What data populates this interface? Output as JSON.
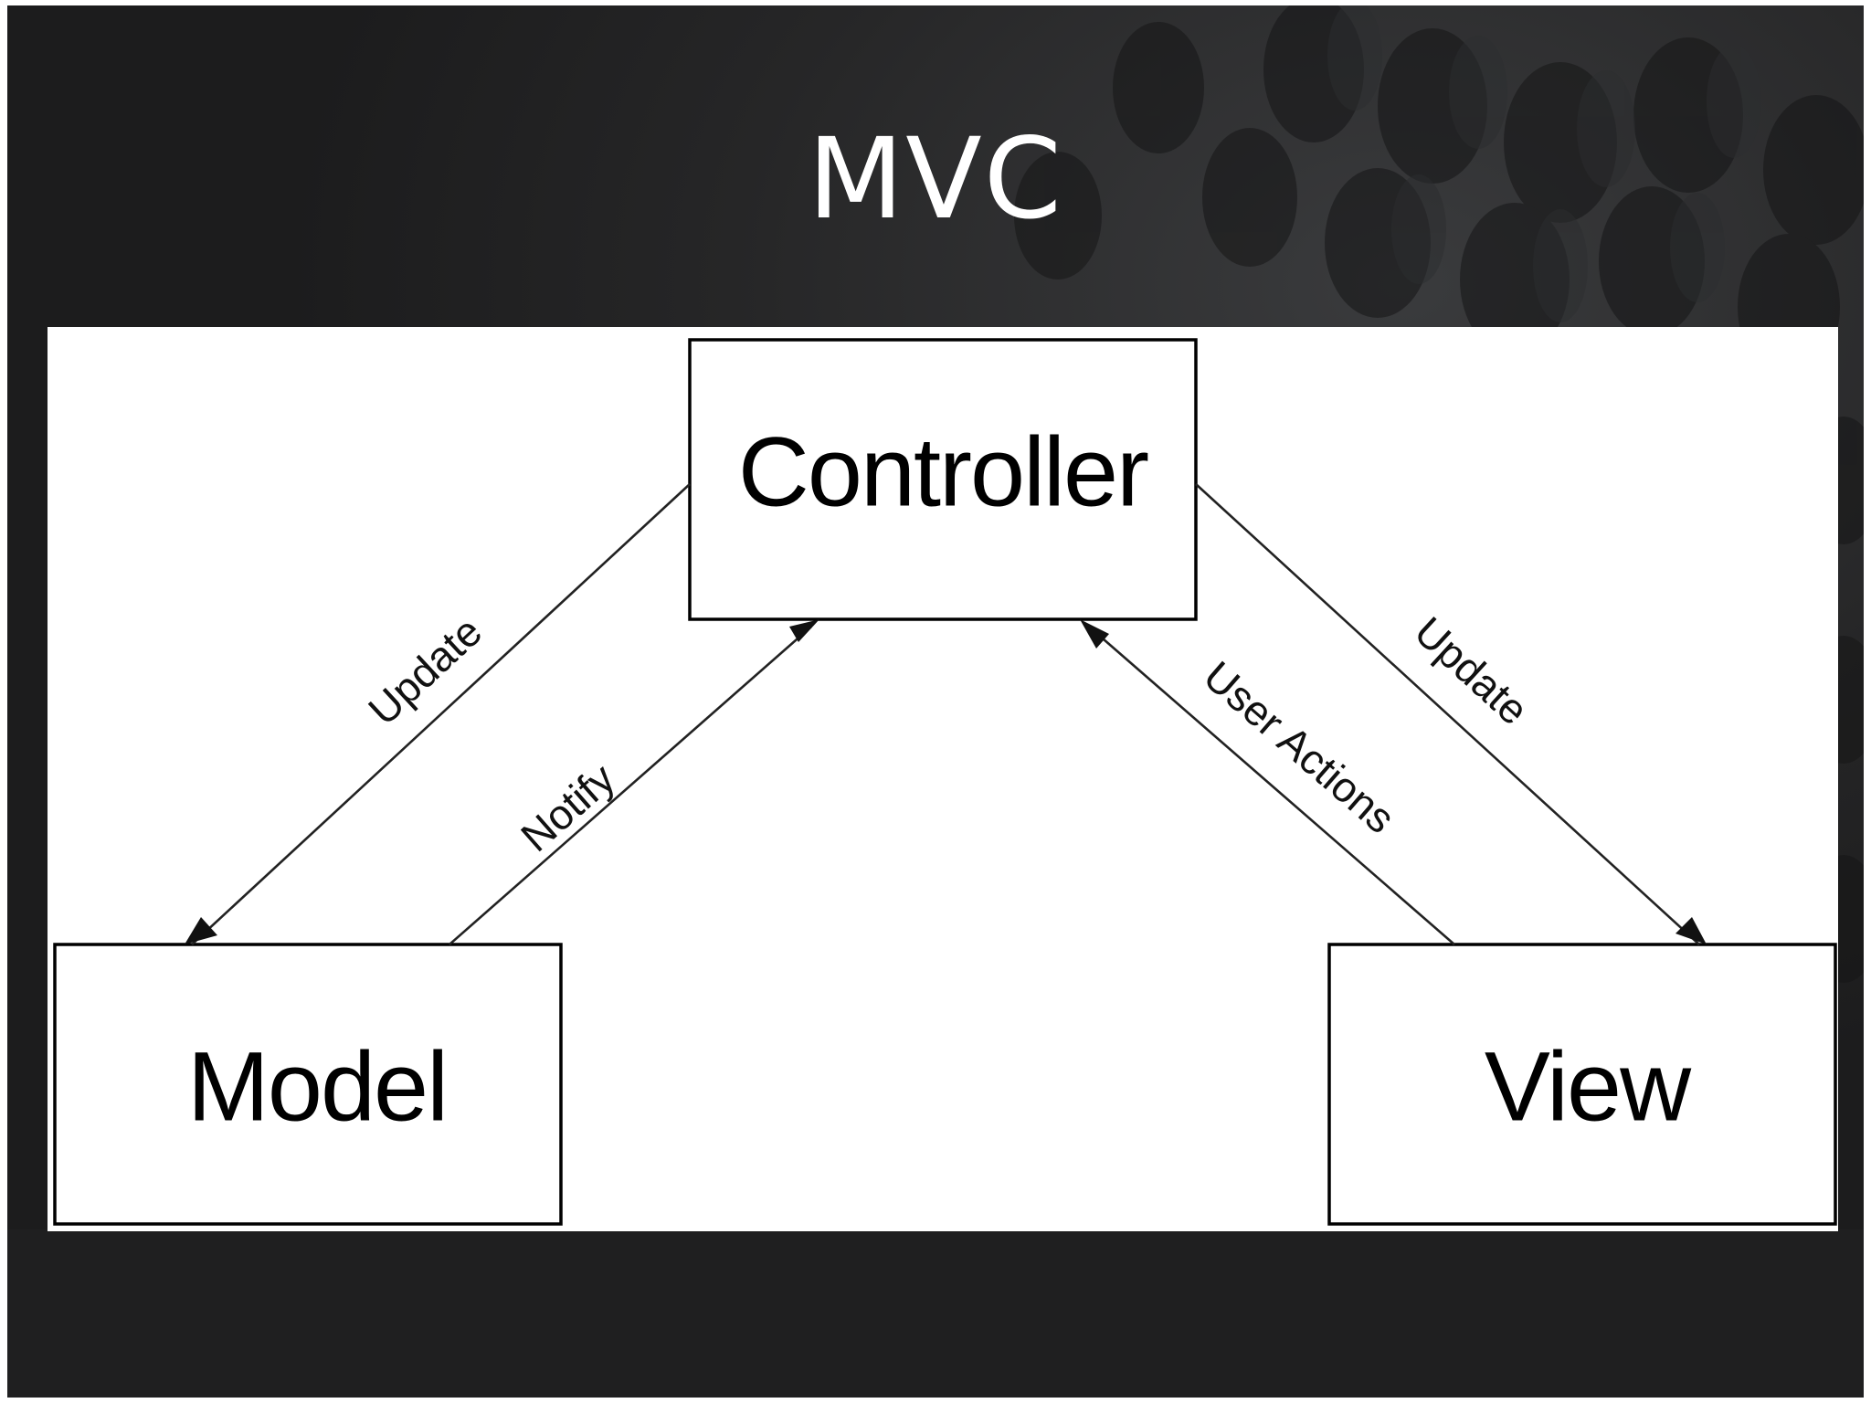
{
  "slide": {
    "title": "MVC",
    "background_color": "#1e1e1f",
    "text_color": "#ffffff"
  },
  "diagram": {
    "nodes": {
      "controller": "Controller",
      "model": "Model",
      "view": "View"
    },
    "edges": {
      "update_model": "Update",
      "notify": "Notify",
      "user_actions": "User Actions",
      "update_view": "Update"
    }
  }
}
